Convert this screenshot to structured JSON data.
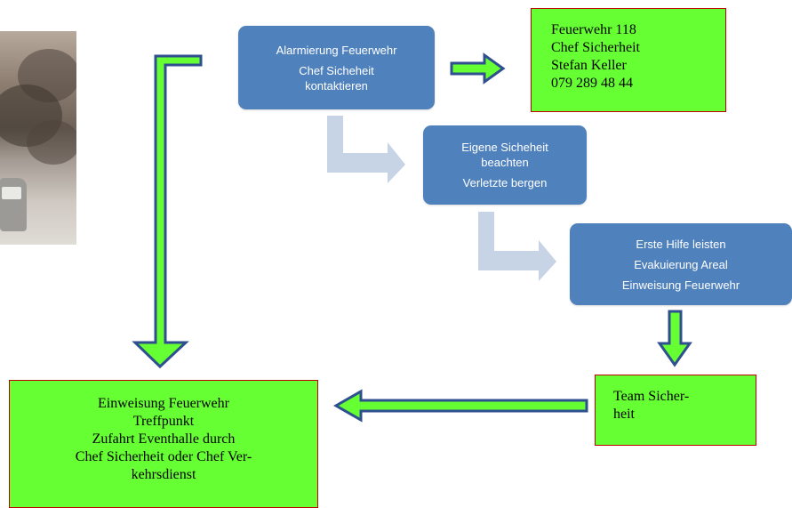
{
  "photo": {
    "alt": "Foto Rauch / Fahrzeug"
  },
  "box_alarm": {
    "lines": [
      "Alarmierung Feuerwehr",
      "Chef Sicheheit",
      "kontaktieren"
    ]
  },
  "box_contacts": {
    "lines": [
      "Feuerwehr 118",
      "Chef Sicherheit",
      "Stefan Keller",
      "079 289 48 44"
    ]
  },
  "box_safety": {
    "lines": [
      "Eigene Sicheheit",
      "beachten",
      "Verletzte bergen"
    ]
  },
  "box_firstaid": {
    "lines": [
      "Erste Hilfe leisten",
      "Evakuierung Areal",
      "Einweisung  Feuerwehr"
    ]
  },
  "box_team": {
    "lines": [
      "Team Sicher-",
      "heit"
    ]
  },
  "box_briefing": {
    "lines": [
      "Einweisung Feuerwehr",
      "Treffpunkt",
      "Zufahrt Eventhalle durch",
      "Chef Sicherheit oder Chef Ver-",
      "kehrsdienst"
    ]
  },
  "colors": {
    "blue_box": "#4f81bd",
    "green_box": "#66ff33",
    "green_border": "#c00000",
    "arrow_green": "#66ff33",
    "arrow_outline": "#2f4f8f",
    "arrow_light": "#c6d4e6"
  }
}
